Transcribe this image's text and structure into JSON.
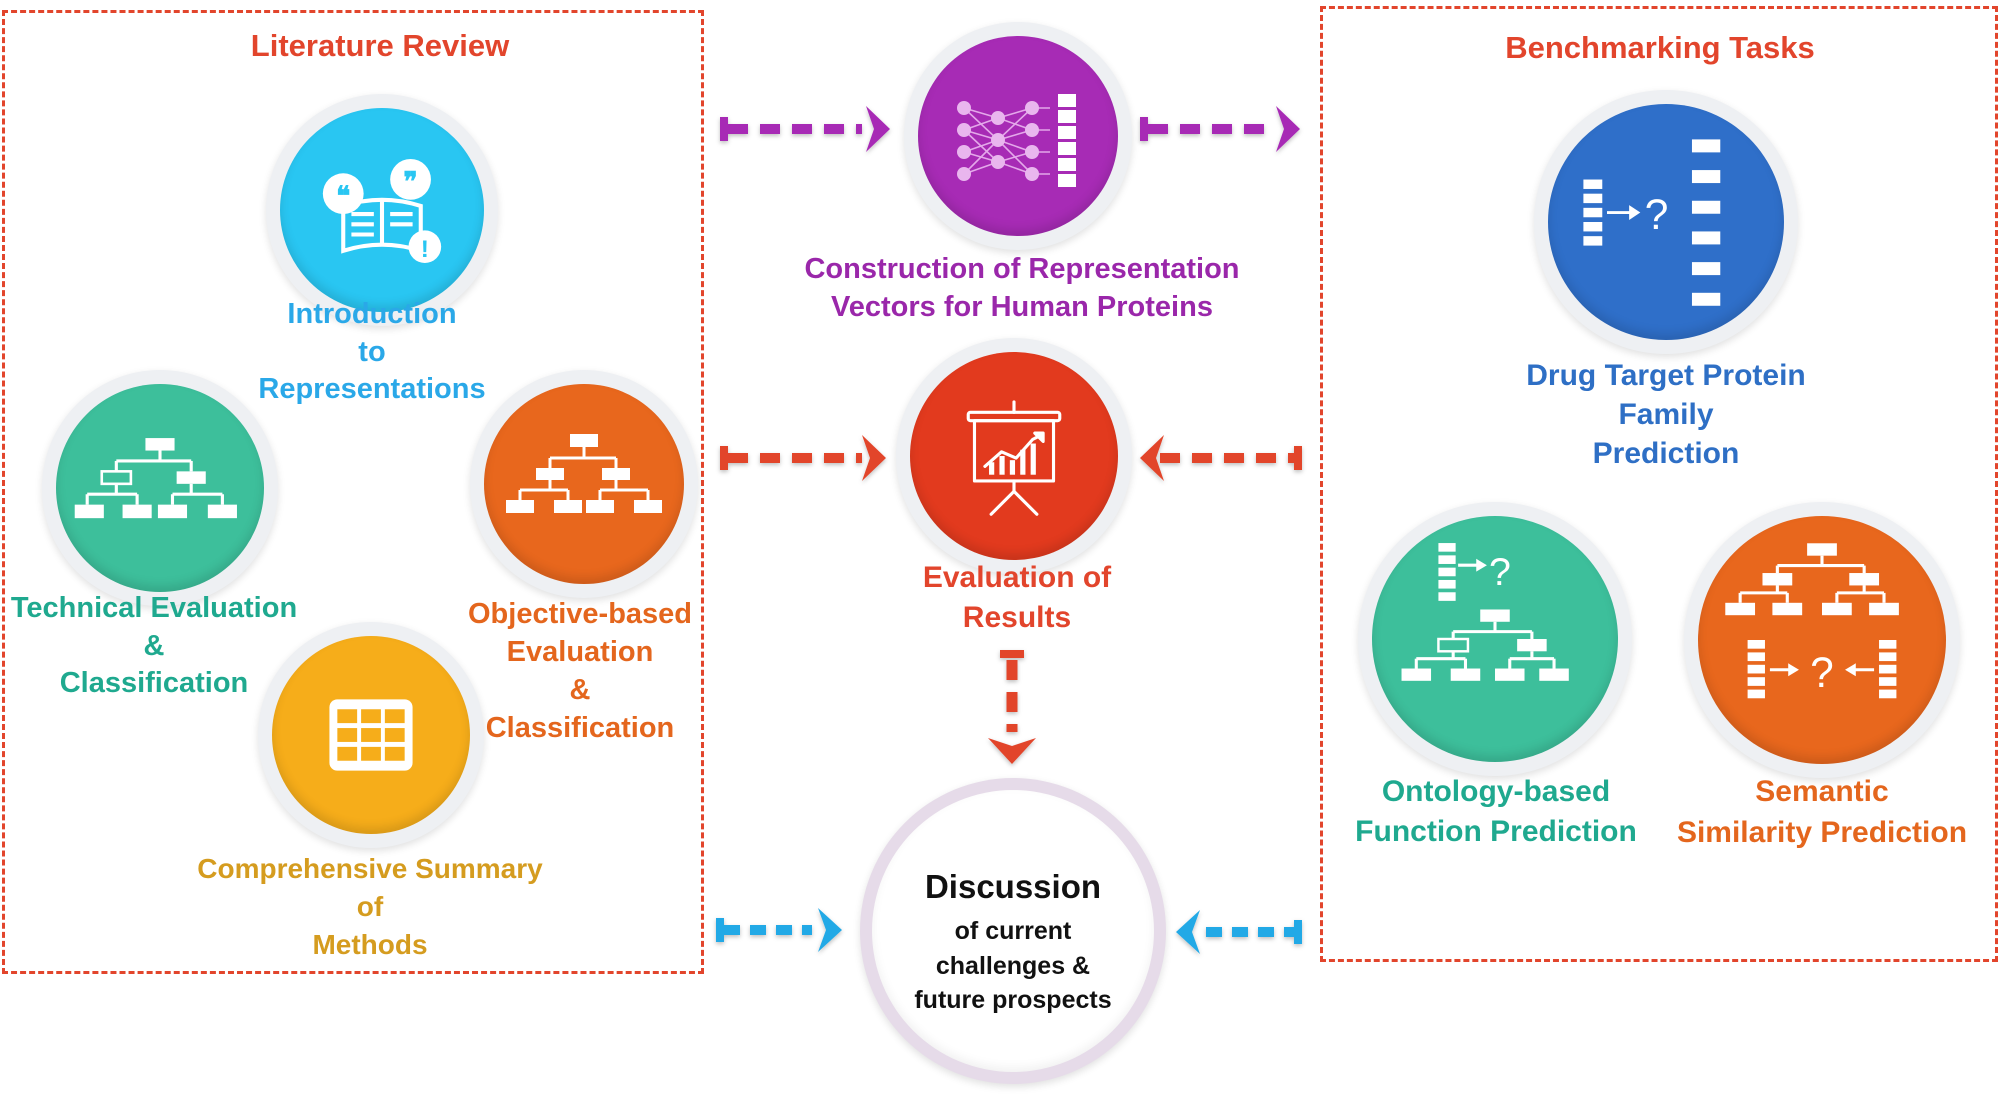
{
  "colors": {
    "frame_red": "#e2452c",
    "cyan": "#29c6f2",
    "teal": "#3dbf9b",
    "orange": "#e8671d",
    "amber": "#f6ad1a",
    "purple": "#a72bb5",
    "red": "#e23a1e",
    "blue": "#2f6fc9",
    "arrow_purple": "#a72bb5",
    "arrow_red": "#e2452c",
    "arrow_blue": "#23a9e6"
  },
  "literature_review": {
    "title": "Literature Review",
    "introduction": {
      "icon": "book-quote-icon",
      "lines": [
        "Introduction",
        "to",
        "Representations"
      ]
    },
    "technical": {
      "icon": "hierarchy-icon",
      "lines": [
        "Technical Evaluation",
        "&",
        "Classification"
      ]
    },
    "objective": {
      "icon": "hierarchy-icon",
      "lines": [
        "Objective-based",
        "Evaluation",
        "&",
        "Classification"
      ]
    },
    "summary": {
      "icon": "table-icon",
      "lines": [
        "Comprehensive Summary",
        "of",
        "Methods"
      ]
    }
  },
  "center": {
    "construction": {
      "icon": "neural-network-icon",
      "lines": [
        "Construction of Representation",
        "Vectors for Human Proteins"
      ]
    },
    "evaluation": {
      "icon": "presentation-chart-icon",
      "lines": [
        "Evaluation of",
        "Results"
      ]
    },
    "discussion": {
      "title": "Discussion",
      "lines": [
        "of current",
        "challenges &",
        "future prospects"
      ]
    }
  },
  "benchmarking": {
    "title": "Benchmarking Tasks",
    "drug_target": {
      "icon": "vector-query-icon",
      "lines": [
        "Drug Target Protein",
        "Family",
        "Prediction"
      ]
    },
    "ontology": {
      "icon": "ontology-query-icon",
      "lines": [
        "Ontology-based",
        "Function Prediction"
      ]
    },
    "semantic": {
      "icon": "semantic-similarity-icon",
      "lines": [
        "Semantic",
        "Similarity Prediction"
      ]
    }
  }
}
